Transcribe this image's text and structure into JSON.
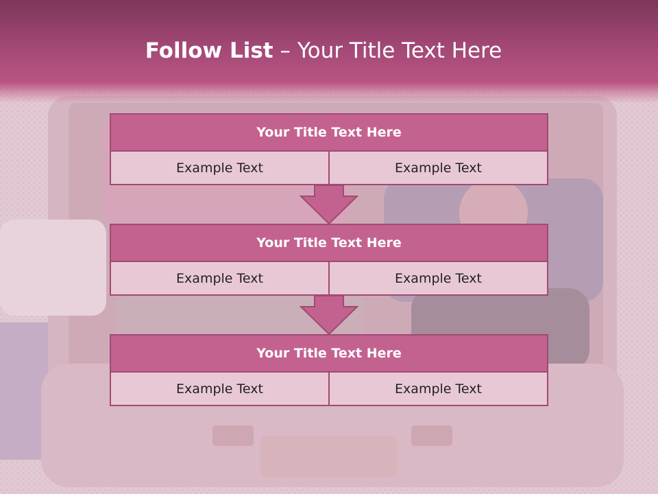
{
  "slide": {
    "title_bold": "Follow List",
    "title_rest": " – Your Title Text Here"
  },
  "steps": [
    {
      "title": "Your Title Text Here",
      "left": "Example Text",
      "right": "Example Text"
    },
    {
      "title": "Your Title Text Here",
      "left": "Example Text",
      "right": "Example Text"
    },
    {
      "title": "Your Title Text Here",
      "left": "Example Text",
      "right": "Example Text"
    }
  ],
  "colors": {
    "accent": "#c4628f",
    "border": "#a04a74",
    "cell": "#e9c8d5",
    "header": "#a24876"
  }
}
